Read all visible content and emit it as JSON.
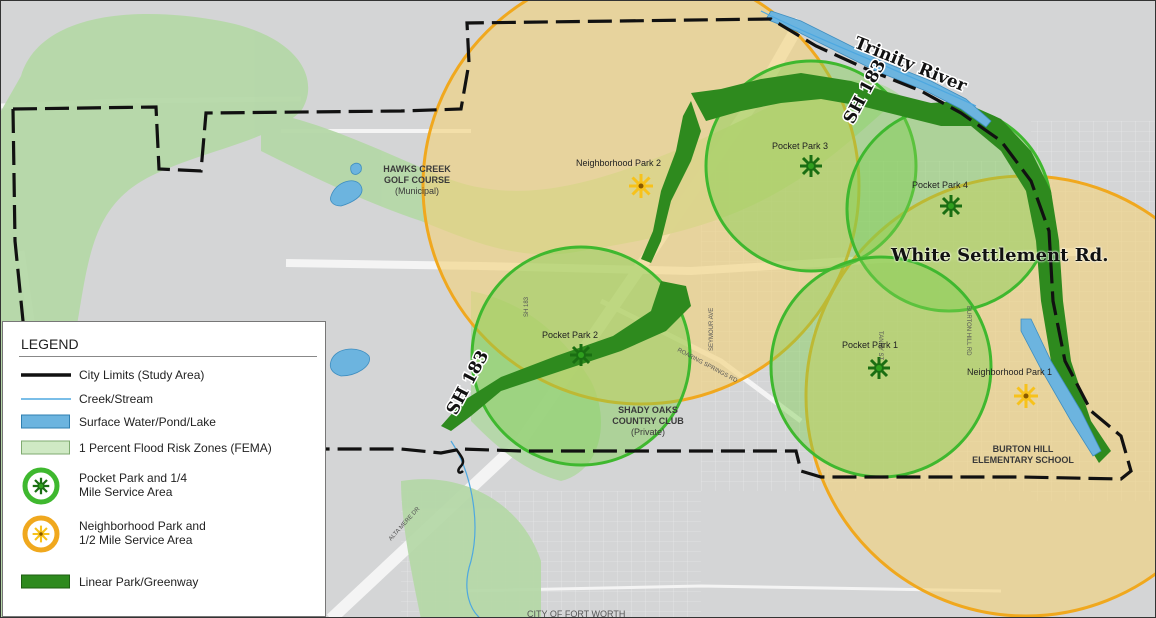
{
  "map": {
    "labels": {
      "river": "Trinity River",
      "road_white_settlement": "White Settlement Rd.",
      "highway_upper": "SH 183",
      "highway_lower": "SH 183",
      "golf_course_line1": "HAWKS CREEK",
      "golf_course_line2": "GOLF COURSE",
      "golf_course_line3": "(Municipal)",
      "country_club_line1": "SHADY OAKS",
      "country_club_line2": "COUNTRY CLUB",
      "country_club_line3": "(Private)",
      "school_line1": "BURTON HILL",
      "school_line2": "ELEMENTARY SCHOOL",
      "city_bottom": "CITY OF FORT WORTH"
    },
    "parks": {
      "pocket_park_1": "Pocket Park 1",
      "pocket_park_2": "Pocket Park 2",
      "pocket_park_3": "Pocket Park 3",
      "pocket_park_4": "Pocket Park 4",
      "neighborhood_park_1": "Neighborhood Park 1",
      "neighborhood_park_2": "Neighborhood Park 2"
    },
    "streets": {
      "sh183_small": "SH 183",
      "roaring_springs": "ROARING SPRINGS RD",
      "seymour": "SEYMOUR AVE",
      "tanny": "TANNY ST",
      "burton_hill": "BURTON HILL RD",
      "alta_mere": "ALTA MERE DR"
    },
    "colors": {
      "base_gray": "#d4d5d6",
      "flood_zone": "#b5d8a8",
      "neighborhood_service_fill": "#f2d27a",
      "neighborhood_ring": "#f0a81e",
      "pocket_service_fill": "#7fcf4f",
      "pocket_ring": "#3fb82f",
      "linear_park": "#2e8a1e",
      "water": "#6cb4df",
      "city_limits": "#111111"
    }
  },
  "legend": {
    "title": "LEGEND",
    "items": [
      {
        "label_line1": "City Limits (Study Area)",
        "label_line2": "",
        "symbol": "line-black-dashed"
      },
      {
        "label_line1": "Creek/Stream",
        "label_line2": "",
        "symbol": "line-blue"
      },
      {
        "label_line1": "Surface Water/Pond/Lake",
        "label_line2": "",
        "symbol": "swatch-blue"
      },
      {
        "label_line1": "1 Percent Flood Risk Zones (FEMA)",
        "label_line2": "",
        "symbol": "swatch-light-green"
      },
      {
        "label_line1": "Pocket Park and 1/4",
        "label_line2": "Mile Service Area",
        "symbol": "pocket-park-ring"
      },
      {
        "label_line1": "Neighborhood Park and",
        "label_line2": "1/2 Mile Service Area",
        "symbol": "neighborhood-park-ring"
      },
      {
        "label_line1": "Linear Park/Greenway",
        "label_line2": "",
        "symbol": "swatch-dark-green"
      }
    ]
  }
}
